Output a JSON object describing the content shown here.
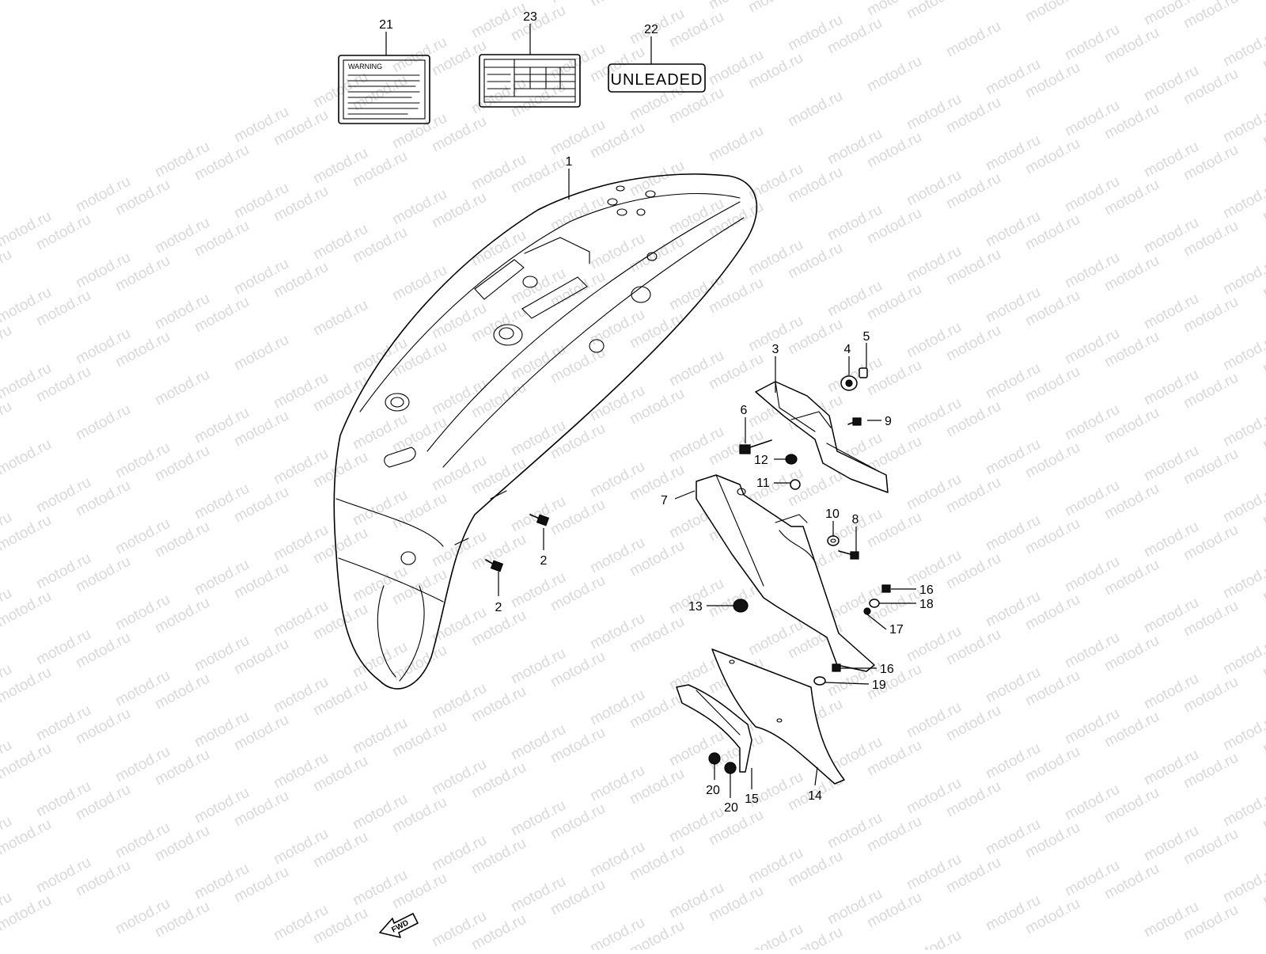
{
  "watermark": {
    "text": "motod.ru"
  },
  "labels": {
    "warning_label": "WARNING",
    "unleaded_label": "UNLEADED",
    "fwd_arrow": "FWD"
  },
  "callouts": {
    "c1": "1",
    "c2a": "2",
    "c2b": "2",
    "c3": "3",
    "c4": "4",
    "c5": "5",
    "c6": "6",
    "c7": "7",
    "c8": "8",
    "c9": "9",
    "c10": "10",
    "c11": "11",
    "c12": "12",
    "c13": "13",
    "c14": "14",
    "c15": "15",
    "c16a": "16",
    "c16b": "16",
    "c17": "17",
    "c18": "18",
    "c19": "19",
    "c20a": "20",
    "c20b": "20",
    "c21": "21",
    "c22": "22",
    "c23": "23"
  },
  "colors": {
    "line": "#000000",
    "watermark": "#d9d9d9",
    "background": "#ffffff"
  }
}
